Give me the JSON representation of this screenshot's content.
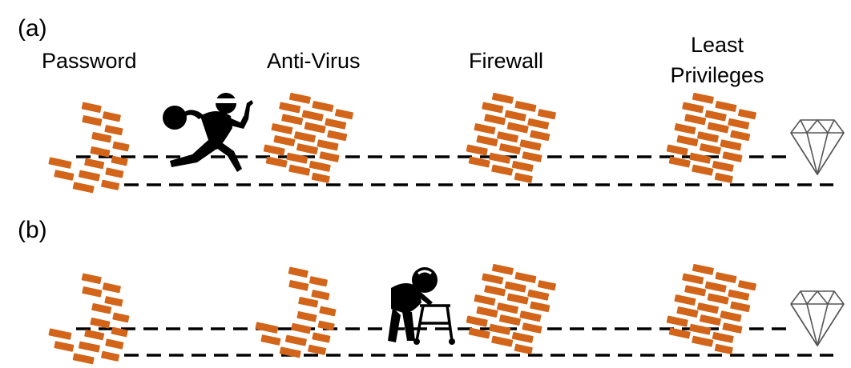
{
  "panels": [
    {
      "label": "(a)"
    },
    {
      "label": "(b)"
    }
  ],
  "layers": [
    {
      "name": "Password"
    },
    {
      "name": "Anti-Virus"
    },
    {
      "name": "Firewall"
    },
    {
      "name": "Least",
      "name_line2": "Privileges"
    }
  ],
  "colors": {
    "brick": "#d2651a",
    "line": "#000000",
    "figure": "#000000",
    "diamond_stroke": "#555555"
  },
  "icons": {
    "wall": "brick-wall-icon",
    "broken_wall": "broken-brick-wall-icon",
    "thief": "burglar-icon",
    "elderly": "elderly-with-walker-icon",
    "target": "diamond-icon"
  }
}
